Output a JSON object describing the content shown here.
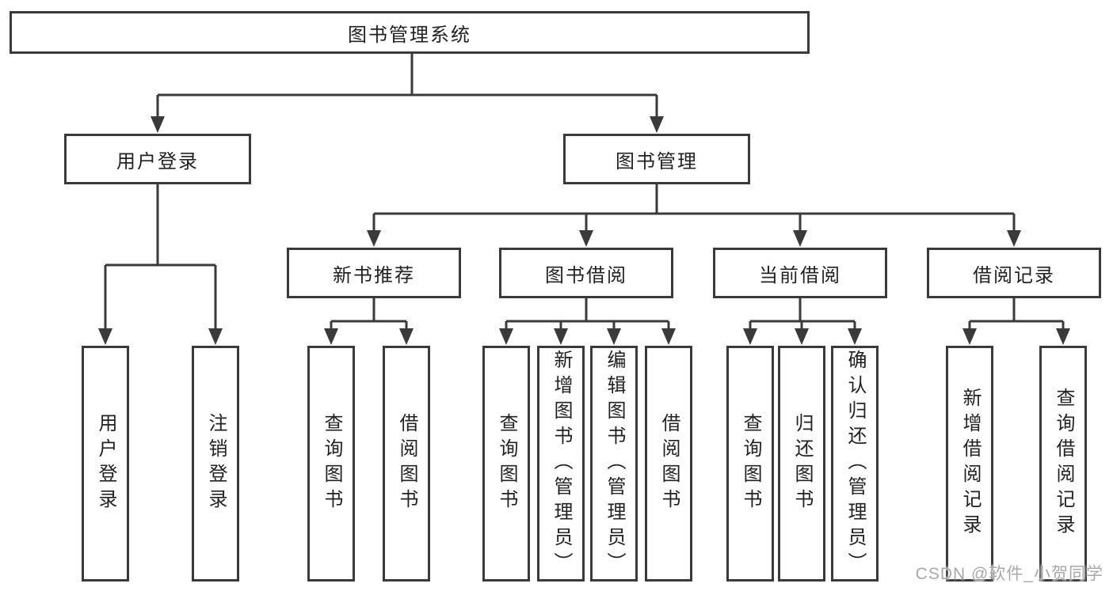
{
  "page": {
    "background": "#ffffff",
    "box_fill": "#ffffff",
    "border_color": "#3a3a3a",
    "text_color": "#222222"
  },
  "watermark": {
    "text": "CSDN @软件_小贺同学",
    "color": "#a8a8a8"
  },
  "tree": {
    "label": "图书管理系统",
    "children": [
      {
        "label": "用户登录",
        "children": [
          {
            "label": "用户登录"
          },
          {
            "label": "注销登录"
          }
        ]
      },
      {
        "label": "图书管理",
        "children": [
          {
            "label": "新书推荐",
            "children": [
              {
                "label": "查询图书"
              },
              {
                "label": "借阅图书"
              }
            ]
          },
          {
            "label": "图书借阅",
            "children": [
              {
                "label": "查询图书"
              },
              {
                "label": "新增图书（管理员）"
              },
              {
                "label": "编辑图书（管理员）"
              },
              {
                "label": "借阅图书"
              }
            ]
          },
          {
            "label": "当前借阅",
            "children": [
              {
                "label": "查询图书"
              },
              {
                "label": "归还图书"
              },
              {
                "label": "确认归还（管理员）"
              }
            ]
          },
          {
            "label": "借阅记录",
            "children": [
              {
                "label": "新增借阅记录"
              },
              {
                "label": "查询借阅记录"
              }
            ]
          }
        ]
      }
    ]
  }
}
